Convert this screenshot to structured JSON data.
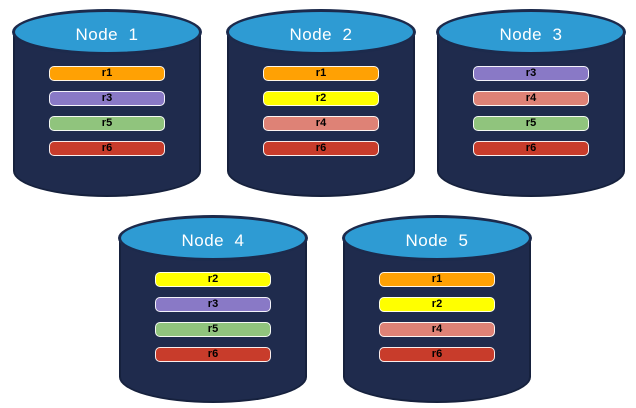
{
  "palette": {
    "cylinder_body": "#1F2B4D",
    "cylinder_body_outline": "#16213D",
    "cylinder_top": "#2E9BD3",
    "cylinder_top_outline": "#1C2A4C",
    "title_text": "#FFFFFF",
    "bar_text": "#000000"
  },
  "partition_colors": {
    "r1": "#FFA104",
    "r2": "#FFFF00",
    "r3": "#8979C6",
    "r4": "#DE8276",
    "r5": "#90C47D",
    "r6": "#C83C2B"
  },
  "nodes": [
    {
      "label": "Node  1",
      "partitions": [
        "r1",
        "r3",
        "r5",
        "r6"
      ]
    },
    {
      "label": "Node  2",
      "partitions": [
        "r1",
        "r2",
        "r4",
        "r6"
      ]
    },
    {
      "label": "Node  3",
      "partitions": [
        "r3",
        "r4",
        "r5",
        "r6"
      ]
    },
    {
      "label": "Node  4",
      "partitions": [
        "r2",
        "r3",
        "r5",
        "r6"
      ]
    },
    {
      "label": "Node  5",
      "partitions": [
        "r1",
        "r2",
        "r4",
        "r6"
      ]
    }
  ]
}
